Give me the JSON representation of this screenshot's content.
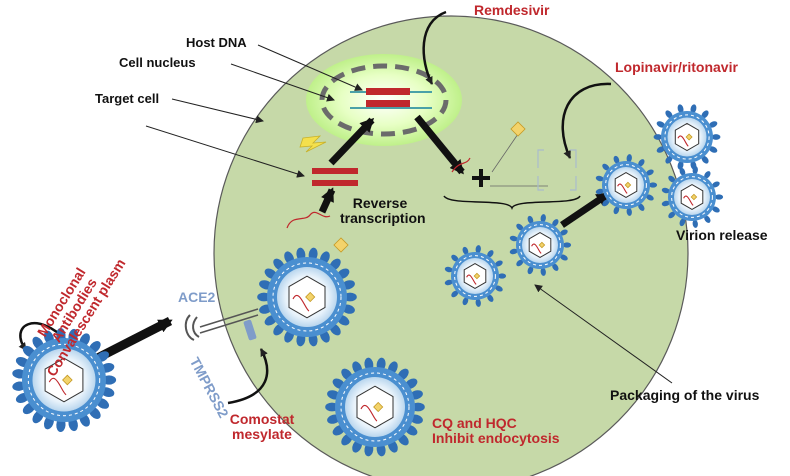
{
  "labels": {
    "host_dna": "Host DNA",
    "cell_nucleus": "Cell nucleus",
    "target_cell": "Target cell",
    "reverse_transcription_line1": "Reverse",
    "reverse_transcription_line2": "transcription",
    "virion_release": "Virion release",
    "packaging": "Packaging of the virus",
    "ace2": "ACE2",
    "tmprss2": "TMPRSS2"
  },
  "drugs": {
    "remdesivir": "Remdesivir",
    "lopinavir_ritonavir": "Lopinavir/ritonavir",
    "antibody_line1": "Monoclonal",
    "antibody_line2": "Antibodies",
    "antibody_line3": "Convalescent plasm",
    "comostat_line1": "Comostat",
    "comostat_line2": "mesylate",
    "cq_line1": "CQ and HQC",
    "cq_line2": "Inhibit endocytosis"
  },
  "colors": {
    "cell_fill": "#c6d9a8",
    "cell_stroke": "#5a5a5a",
    "nucleus_glow": "#dff6b8",
    "dna_red": "#c0282d",
    "dna_teal": "#4aa1a8",
    "virus_blue": "#4a8fd0",
    "virus_spike": "#2f6eb5",
    "drug_red": "#c0282d",
    "receptor_blue": "#7f9cc9",
    "diamond_yellow": "#f3d36b"
  }
}
